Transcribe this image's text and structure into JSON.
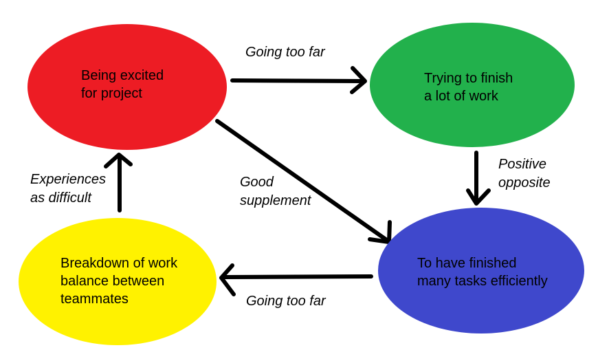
{
  "diagram": {
    "background_color": "#ffffff",
    "arrow_color": "#000000",
    "text_color": "#000000",
    "nodes": [
      {
        "name": "being-excited-for-project",
        "label": "Being excited\nfor project",
        "color": "#ED1C24"
      },
      {
        "name": "trying-to-finish-a-lot-of-work",
        "label": "Trying to finish\na lot of work",
        "color": "#22B14C"
      },
      {
        "name": "to-have-finished-many-tasks-efficiently",
        "label": "To have finished\nmany tasks efficiently",
        "color": "#3F48CC"
      },
      {
        "name": "breakdown-of-work-balance-between-teammates",
        "label": "Breakdown of work\nbalance between\nteammates",
        "color": "#FFF200"
      }
    ],
    "edges": [
      {
        "from": "being-excited-for-project",
        "to": "trying-to-finish-a-lot-of-work",
        "direction": "right",
        "label": "Going too far"
      },
      {
        "from": "trying-to-finish-a-lot-of-work",
        "to": "to-have-finished-many-tasks-efficiently",
        "direction": "down",
        "label": "Positive\nopposite"
      },
      {
        "from": "being-excited-for-project",
        "to": "to-have-finished-many-tasks-efficiently",
        "direction": "diagonal-down-right",
        "label": "Good\nsupplement"
      },
      {
        "from": "to-have-finished-many-tasks-efficiently",
        "to": "breakdown-of-work-balance-between-teammates",
        "direction": "left",
        "label": "Going too far"
      },
      {
        "from": "breakdown-of-work-balance-between-teammates",
        "to": "being-excited-for-project",
        "direction": "up",
        "label": "Experiences\nas difficult"
      }
    ]
  }
}
